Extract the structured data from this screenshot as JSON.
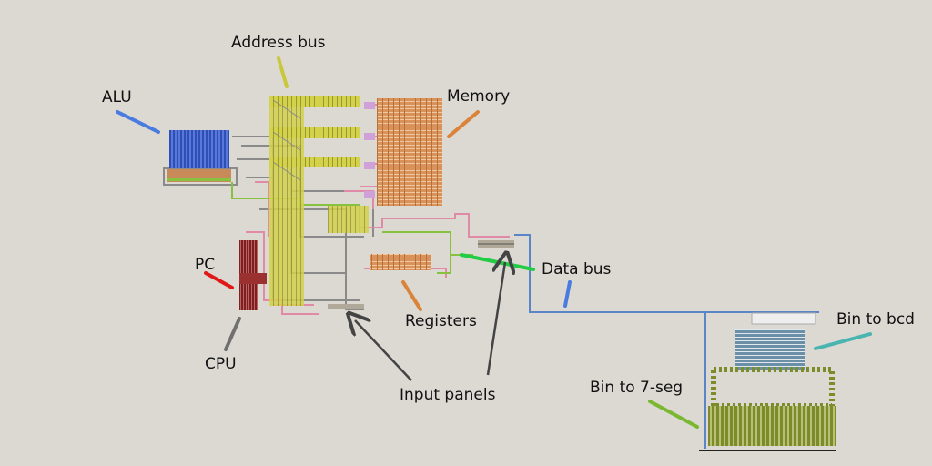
{
  "labels": {
    "address_bus": "Address bus",
    "alu": "ALU",
    "memory": "Memory",
    "pc": "PC",
    "data_bus": "Data bus",
    "registers": "Registers",
    "cpu": "CPU",
    "input_panels": "Input panels",
    "bin_to_bcd": "Bin to bcd",
    "bin_to_7seg": "Bin to 7-seg"
  },
  "colors": {
    "background": "#dcd9d3",
    "alu": "#2f4fb8",
    "alu_pointer": "#4a7be0",
    "address_bus": "#d4d24a",
    "memory": "#d9925a",
    "memory_pointer": "#d9843a",
    "pc": "#7a2222",
    "pc_pointer": "#e01818",
    "cpu_pointer": "#707070",
    "data_bus_pointer": "#22cc44",
    "data_bus_line": "#5a86c8",
    "bcd_block": "#6c8fa8",
    "bcd_pointer": "#4ab5b0",
    "seg7_block": "#7d8c2a",
    "seg7_pointer": "#7ab832",
    "wire_pink": "#e08aa8",
    "wire_green": "#88c040",
    "wire_gray": "#8a8a8a",
    "arrow": "#444444"
  }
}
